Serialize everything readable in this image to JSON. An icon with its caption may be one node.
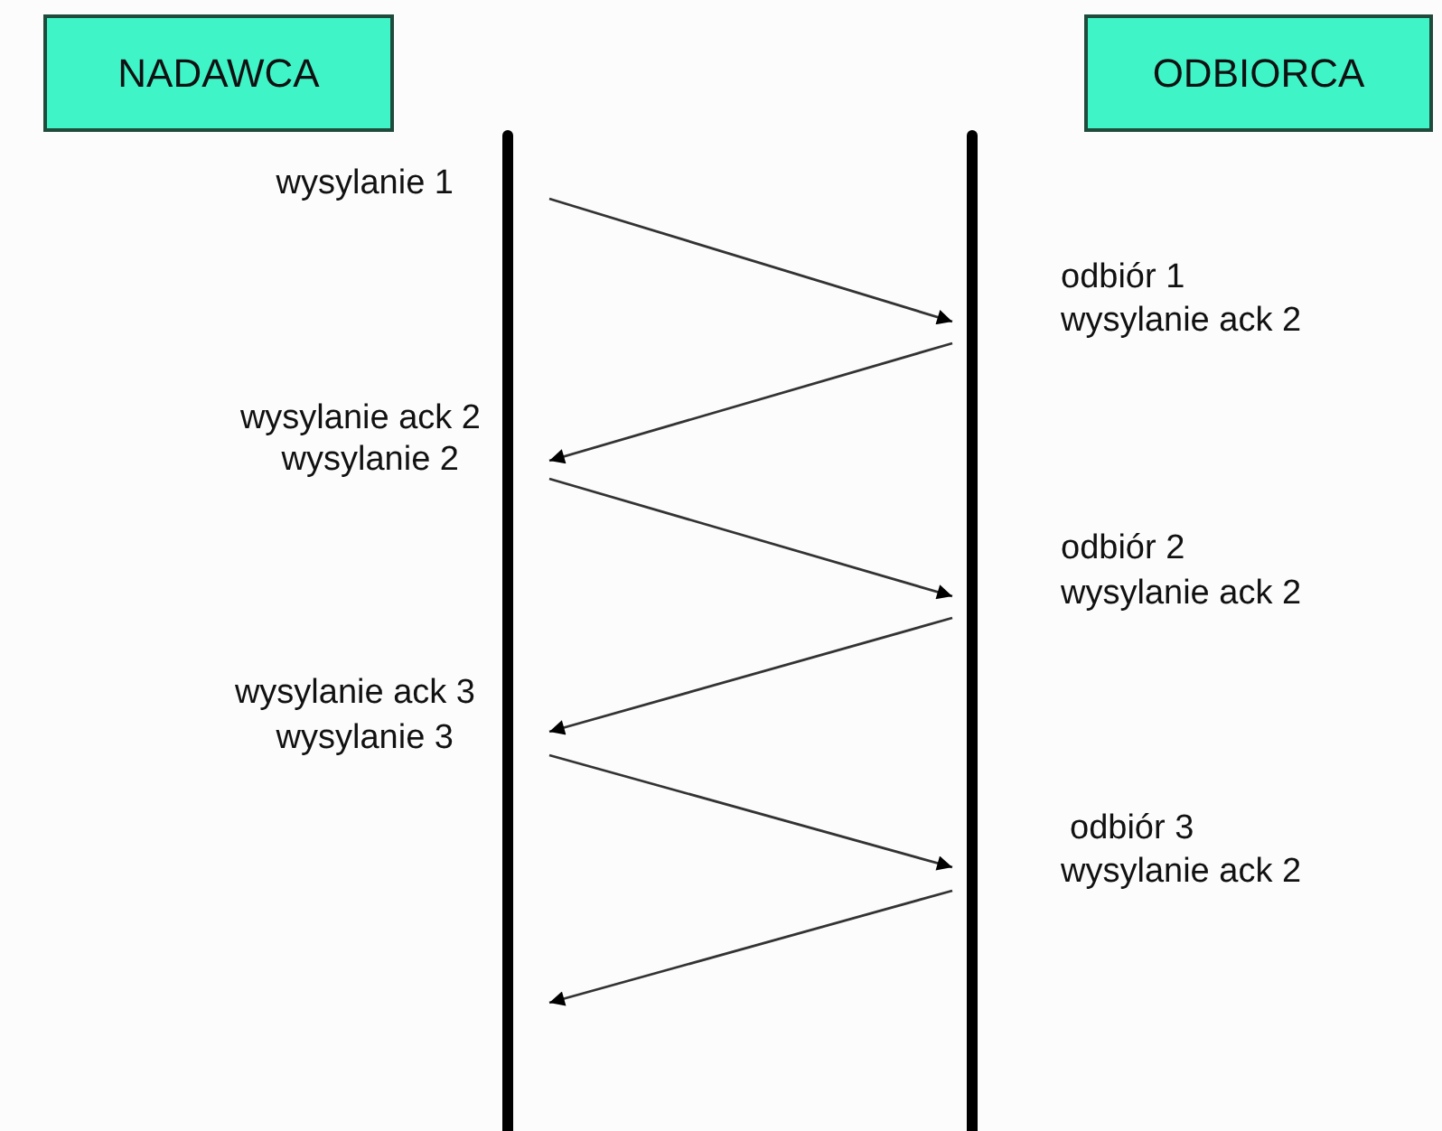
{
  "diagram": {
    "nodes": [
      {
        "text": [
          "NADAWCA"
        ]
      },
      {
        "text": [
          "ODBIORCA"
        ]
      },
      {
        "text": [],
        "shape": "bar"
      },
      {
        "text": [],
        "shape": "bar"
      }
    ],
    "edges": [
      {
        "from": 2,
        "to": 3,
        "arrow": "to"
      },
      {
        "from": 3,
        "to": 2,
        "arrow": "to"
      },
      {
        "from": 2,
        "to": 3,
        "arrow": "to"
      },
      {
        "from": 3,
        "to": 2,
        "arrow": "to"
      },
      {
        "from": 2,
        "to": 3,
        "arrow": "to"
      },
      {
        "from": 3,
        "to": 2,
        "arrow": "to"
      }
    ],
    "labels": [
      "wysylanie 1",
      "odbiór 1",
      "wysylanie ack 2",
      "wysylanie ack 2",
      "wysylanie 2",
      "odbiór 2",
      "wysylanie ack 2",
      "wysylanie ack 3",
      "wysylanie 3",
      "odbiór 3",
      "wysylanie ack 2"
    ]
  }
}
